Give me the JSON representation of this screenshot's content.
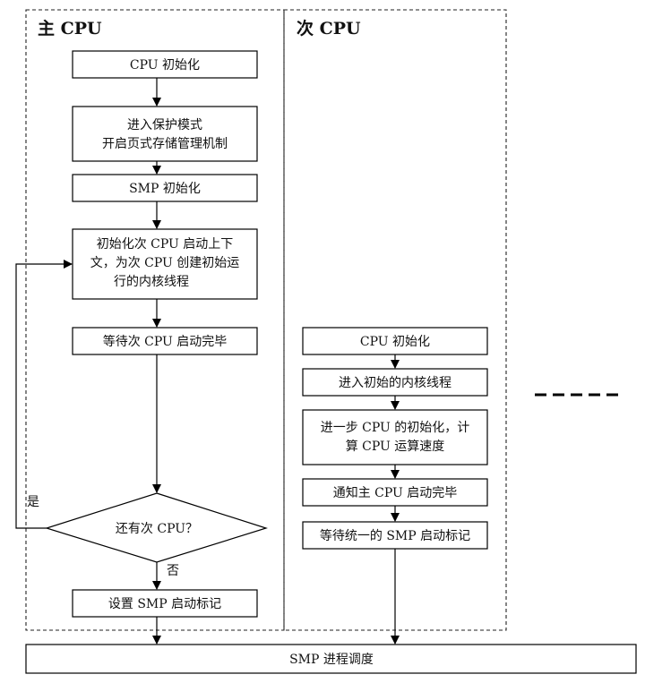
{
  "lanes": {
    "main": "主 CPU",
    "secondary": "次 CPU"
  },
  "main_steps": {
    "cpu_init": "CPU 初始化",
    "protected_mode_line1": "进入保护模式",
    "protected_mode_line2": "开启页式存储管理机制",
    "smp_init": "SMP 初始化",
    "init_ctx_line1": "初始化次 CPU 启动上下",
    "init_ctx_line2": "文，为次 CPU 创建初始运",
    "init_ctx_line3": "行的内核线程",
    "wait_secondary": "等待次 CPU 启动完毕",
    "decision": "还有次 CPU？",
    "set_flag": "设置 SMP 启动标记"
  },
  "labels": {
    "yes": "是",
    "no": "否"
  },
  "secondary_steps": {
    "cpu_init": "CPU 初始化",
    "enter_thread": "进入初始的内核线程",
    "further_init_line1": "进一步 CPU 的初始化，计",
    "further_init_line2": "算 CPU 运算速度",
    "notify_main": "通知主 CPU 启动完毕",
    "wait_flag": "等待统一的 SMP 启动标记"
  },
  "final_step": "SMP 进程调度"
}
